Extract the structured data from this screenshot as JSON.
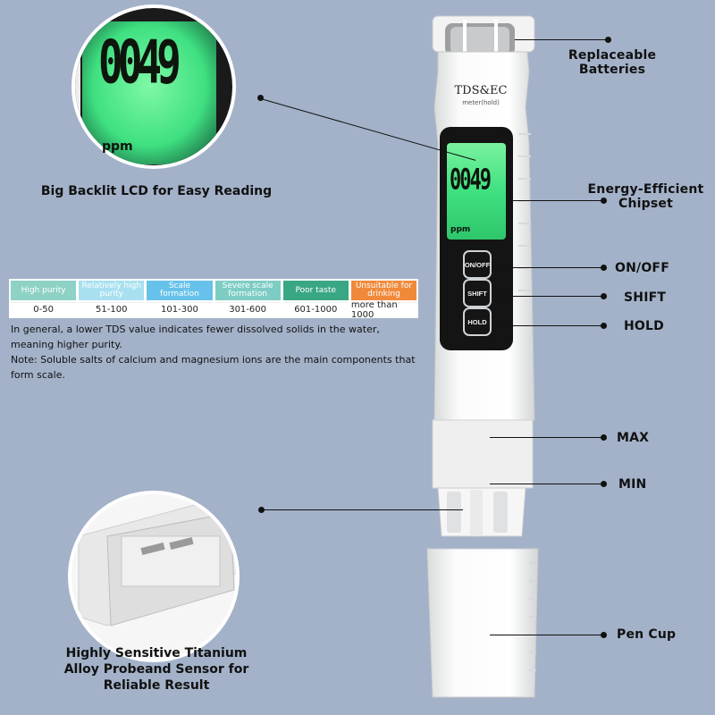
{
  "callouts": {
    "replaceable_batteries": "Replaceable Batteries",
    "lcd": "Big Backlit LCD for Easy Reading",
    "chipset": "Energy-Efficient Chipset",
    "on_off": "ON/OFF",
    "shift": "SHIFT",
    "hold": "HOLD",
    "max": "MAX",
    "min": "MIN",
    "probe": "Highly Sensitive Titanium Alloy Probeand Sensor for Reliable Result",
    "pen_cup": "Pen Cup"
  },
  "meter": {
    "brand": "TDS&EC",
    "subtitle": "meter(hold)",
    "reading": "0049",
    "unit": "ppm",
    "buttons": {
      "on_off": "ON/OFF",
      "shift": "SHIFT",
      "hold": "HOLD"
    }
  },
  "purity_table": {
    "categories": [
      {
        "label": "High purity",
        "range": "0-50",
        "color": "#8ed1c5"
      },
      {
        "label": "Relatively high purity",
        "range": "51-100",
        "color": "#a8e0f0"
      },
      {
        "label": "Scale formation",
        "range": "101-300",
        "color": "#66c2ea"
      },
      {
        "label": "Severe scale formation",
        "range": "301-600",
        "color": "#7ecdc4"
      },
      {
        "label": "Poor taste",
        "range": "601-1000",
        "color": "#3aa784"
      },
      {
        "label": "Unsuitable for drinking",
        "range": "more than 1000",
        "color": "#f08a3b"
      }
    ],
    "note_1": "In general, a lower TDS value indicates fewer dissolved solids in the water, meaning higher purity.",
    "note_2": "Note: Soluble salts of calcium and magnesium ions are the main components that form scale."
  },
  "colors": {
    "background": "#a3b2c9",
    "lcd": "#4dea8a",
    "device": "#f4f5f3"
  }
}
